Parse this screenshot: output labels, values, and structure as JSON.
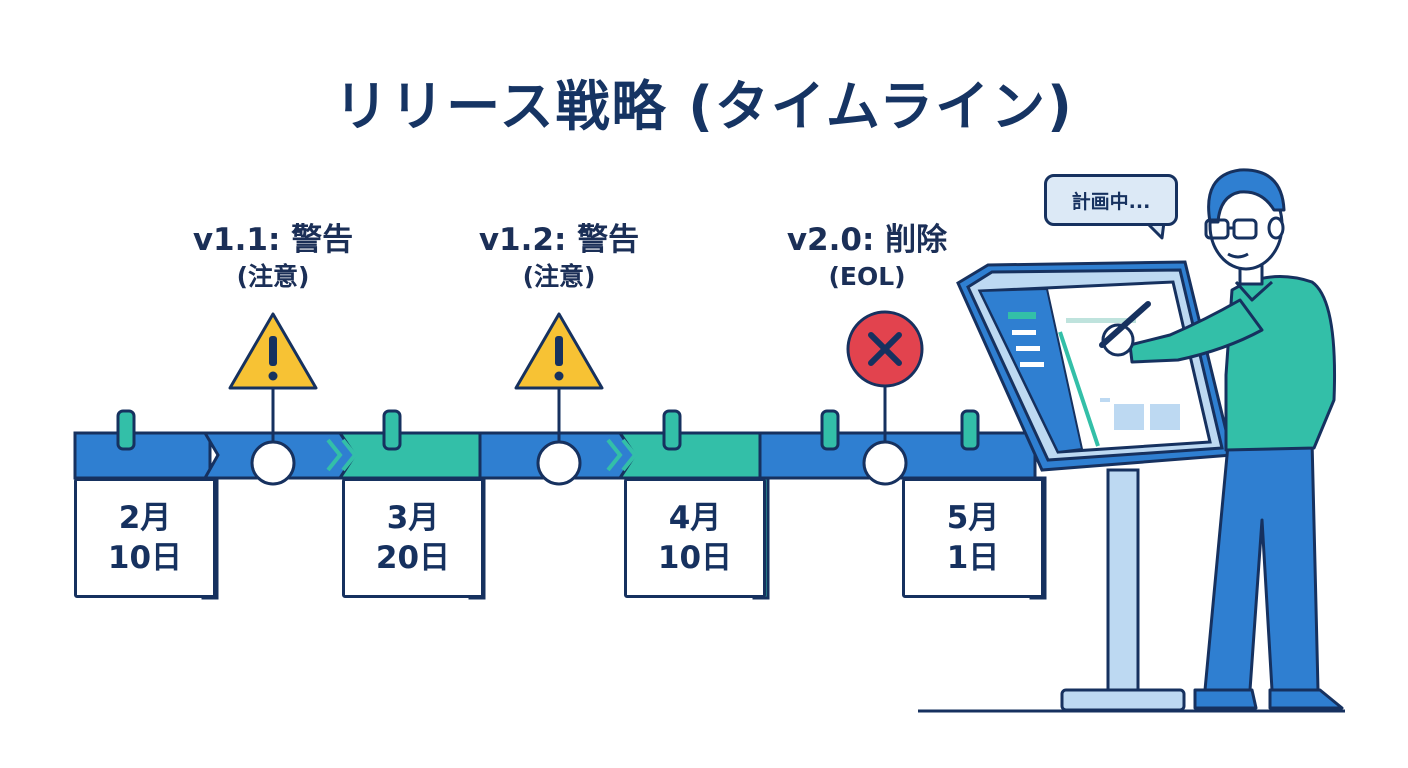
{
  "title": "リリース戦略 (タイムライン)",
  "milestones": [
    {
      "version": "v1.1: 警告",
      "note": "(注意)",
      "icon": "warning-icon"
    },
    {
      "version": "v1.2: 警告",
      "note": "(注意)",
      "icon": "warning-icon"
    },
    {
      "version": "v2.0: 削除",
      "note": "(EOL)",
      "icon": "error-x-icon"
    }
  ],
  "dates": [
    {
      "month": "2月",
      "day": "10日"
    },
    {
      "month": "3月",
      "day": "20日"
    },
    {
      "month": "4月",
      "day": "10日"
    },
    {
      "month": "5月",
      "day": "1日"
    }
  ],
  "speech": "計画中...",
  "colors": {
    "navy": "#16315f",
    "blue": "#2f7fd1",
    "teal": "#33bfa8",
    "warning": "#f7c234",
    "error": "#e2434e"
  }
}
